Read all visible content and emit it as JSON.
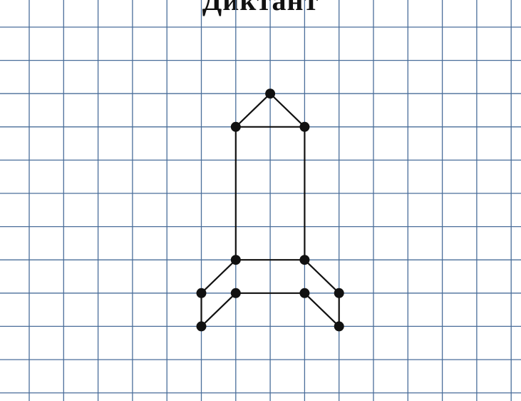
{
  "title": "Диктант",
  "colors": {
    "grid_line": "#4a6e9a",
    "figure_line": "#111111",
    "figure_vertex": "#111111",
    "background": "#ffffff"
  },
  "figure": {
    "name": "rocket",
    "vertices": [
      {
        "id": "tip",
        "col": 7,
        "row": 2
      },
      {
        "id": "top-left",
        "col": 6,
        "row": 3
      },
      {
        "id": "top-right",
        "col": 8,
        "row": 3
      },
      {
        "id": "body-bottom-left",
        "col": 6,
        "row": 7
      },
      {
        "id": "body-bottom-right",
        "col": 8,
        "row": 7
      },
      {
        "id": "base-inner-left",
        "col": 6,
        "row": 8
      },
      {
        "id": "base-inner-right",
        "col": 8,
        "row": 8
      },
      {
        "id": "fin-outer-left",
        "col": 5,
        "row": 8
      },
      {
        "id": "fin-outer-right",
        "col": 9,
        "row": 8
      },
      {
        "id": "fin-foot-left",
        "col": 5,
        "row": 9
      },
      {
        "id": "fin-foot-right",
        "col": 9,
        "row": 9
      }
    ],
    "edges": [
      [
        "tip",
        "top-left"
      ],
      [
        "tip",
        "top-right"
      ],
      [
        "top-left",
        "top-right"
      ],
      [
        "top-left",
        "body-bottom-left"
      ],
      [
        "top-right",
        "body-bottom-right"
      ],
      [
        "body-bottom-left",
        "body-bottom-right"
      ],
      [
        "body-bottom-left",
        "fin-outer-left"
      ],
      [
        "fin-outer-left",
        "fin-foot-left"
      ],
      [
        "fin-foot-left",
        "base-inner-left"
      ],
      [
        "base-inner-left",
        "base-inner-right"
      ],
      [
        "body-bottom-right",
        "fin-outer-right"
      ],
      [
        "fin-outer-right",
        "fin-foot-right"
      ],
      [
        "fin-foot-right",
        "base-inner-right"
      ]
    ]
  }
}
